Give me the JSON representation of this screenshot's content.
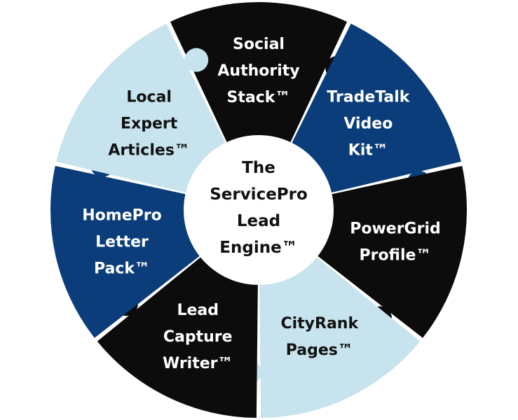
{
  "center": {
    "lines": [
      "The",
      "ServicePro",
      "Lead",
      "Engine™"
    ]
  },
  "segments": [
    {
      "id": "social-authority-stack",
      "lines": [
        "Social",
        "Authority",
        "Stack™"
      ],
      "fill": "#0c0c0c",
      "text_color": "#ffffff"
    },
    {
      "id": "tradetalk-video-kit",
      "lines": [
        "TradeTalk",
        "Video",
        "Kit™"
      ],
      "fill": "#0a3d79",
      "text_color": "#ffffff"
    },
    {
      "id": "powergrid-profile",
      "lines": [
        "PowerGrid",
        "Profile™"
      ],
      "fill": "#0c0c0c",
      "text_color": "#ffffff"
    },
    {
      "id": "cityrank-pages",
      "lines": [
        "CityRank",
        "Pages™"
      ],
      "fill": "#c6e3ee",
      "text_color": "#111111"
    },
    {
      "id": "lead-capture-writer",
      "lines": [
        "Lead",
        "Capture",
        "Writer™"
      ],
      "fill": "#0c0c0c",
      "text_color": "#ffffff"
    },
    {
      "id": "homepro-letter-pack",
      "lines": [
        "HomePro",
        "Letter",
        "Pack™"
      ],
      "fill": "#0a3d79",
      "text_color": "#ffffff"
    },
    {
      "id": "local-expert-articles",
      "lines": [
        "Local",
        "Expert",
        "Articles™"
      ],
      "fill": "#c6e3ee",
      "text_color": "#111111"
    }
  ]
}
